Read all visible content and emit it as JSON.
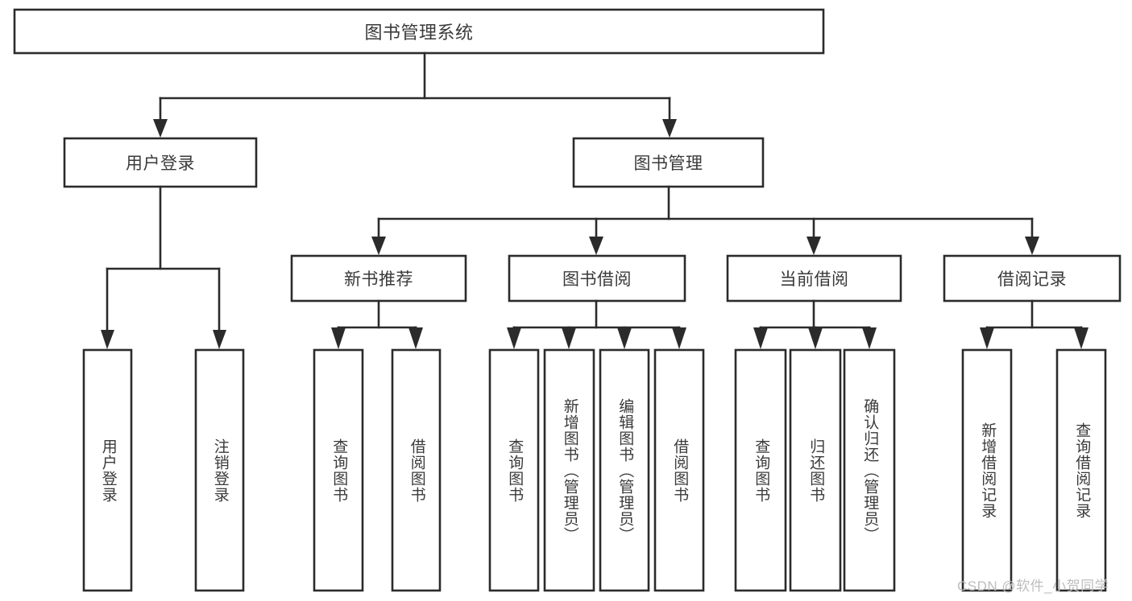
{
  "diagram": {
    "type": "hierarchy-tree",
    "title": "图书管理系统",
    "watermark": "CSDN @软件_小贺同学",
    "root": {
      "id": "root",
      "label": "图书管理系统",
      "orientation": "horizontal"
    },
    "level1": [
      {
        "id": "user-login",
        "label": "用户登录",
        "orientation": "horizontal"
      },
      {
        "id": "book-manage",
        "label": "图书管理",
        "orientation": "horizontal"
      }
    ],
    "level2": [
      {
        "id": "new-book-recommend",
        "label": "新书推荐",
        "parent": "book-manage",
        "orientation": "horizontal"
      },
      {
        "id": "book-borrow",
        "label": "图书借阅",
        "parent": "book-manage",
        "orientation": "horizontal"
      },
      {
        "id": "current-borrow",
        "label": "当前借阅",
        "parent": "book-manage",
        "orientation": "horizontal"
      },
      {
        "id": "borrow-record",
        "label": "借阅记录",
        "parent": "book-manage",
        "orientation": "horizontal"
      }
    ],
    "leaves": [
      {
        "id": "leaf-user-login",
        "label": "用户登录",
        "parent": "user-login",
        "orientation": "vertical"
      },
      {
        "id": "leaf-logout-login",
        "label": "注销登录",
        "parent": "user-login",
        "orientation": "vertical"
      },
      {
        "id": "leaf-query-book-1",
        "label": "查询图书",
        "parent": "new-book-recommend",
        "orientation": "vertical"
      },
      {
        "id": "leaf-borrow-book-1",
        "label": "借阅图书",
        "parent": "new-book-recommend",
        "orientation": "vertical"
      },
      {
        "id": "leaf-query-book-2",
        "label": "查询图书",
        "parent": "book-borrow",
        "orientation": "vertical"
      },
      {
        "id": "leaf-add-book",
        "label": "新增图书（管理员）",
        "parent": "book-borrow",
        "orientation": "vertical"
      },
      {
        "id": "leaf-edit-book",
        "label": "编辑图书（管理员）",
        "parent": "book-borrow",
        "orientation": "vertical"
      },
      {
        "id": "leaf-borrow-book-2",
        "label": "借阅图书",
        "parent": "book-borrow",
        "orientation": "vertical"
      },
      {
        "id": "leaf-query-book-3",
        "label": "查询图书",
        "parent": "current-borrow",
        "orientation": "vertical"
      },
      {
        "id": "leaf-return-book",
        "label": "归还图书",
        "parent": "current-borrow",
        "orientation": "vertical"
      },
      {
        "id": "leaf-confirm-return",
        "label": "确认归还（管理员）",
        "parent": "current-borrow",
        "orientation": "vertical"
      },
      {
        "id": "leaf-add-record",
        "label": "新增借阅记录",
        "parent": "borrow-record",
        "orientation": "vertical"
      },
      {
        "id": "leaf-query-record",
        "label": "查询借阅记录",
        "parent": "borrow-record",
        "orientation": "vertical"
      }
    ],
    "colors": {
      "stroke": "#2b2b2b",
      "box_fill": "#ffffff",
      "text": "#3a3a3a",
      "watermark": "#bdbdbd",
      "background": "#ffffff"
    }
  }
}
